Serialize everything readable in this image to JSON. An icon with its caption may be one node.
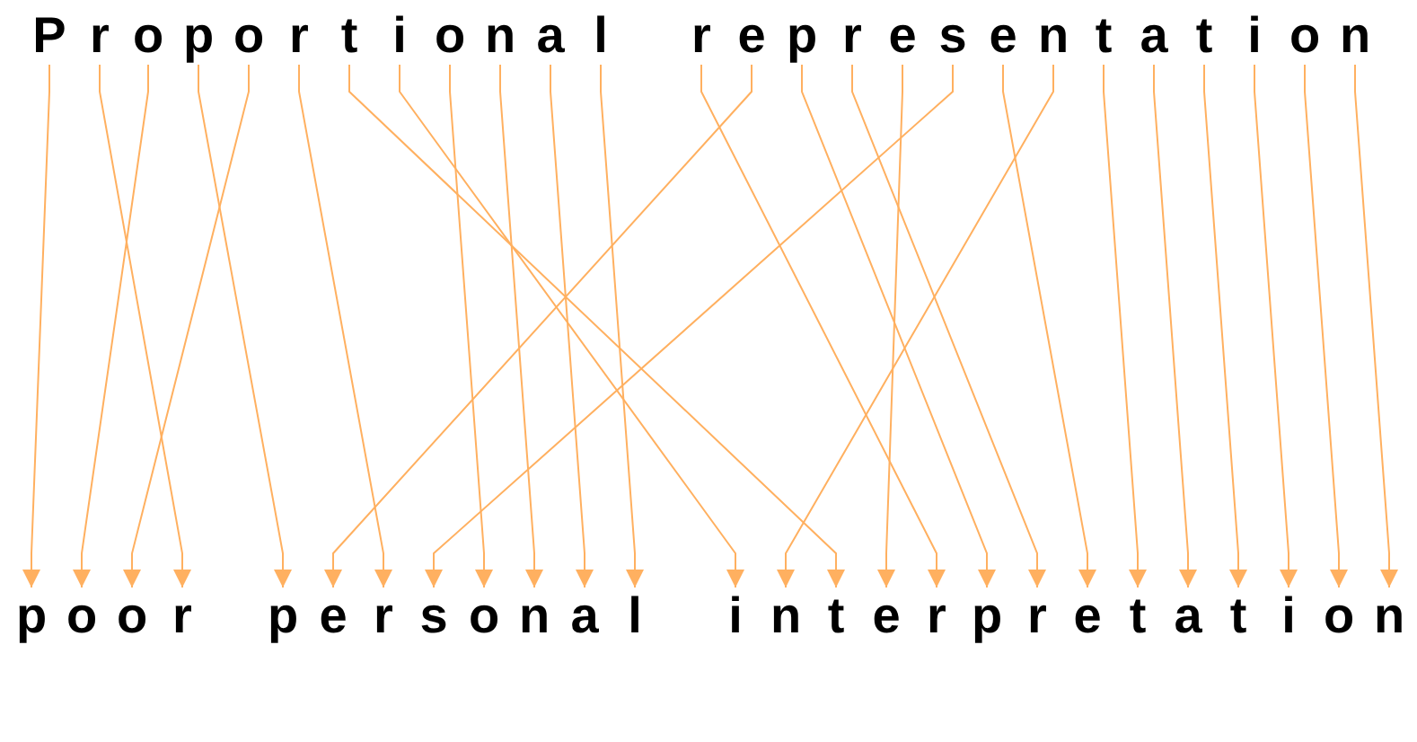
{
  "diagram": {
    "nodes": [
      {
        "text": [
          "P"
        ]
      },
      {
        "text": [
          "r"
        ]
      },
      {
        "text": [
          "o"
        ]
      },
      {
        "text": [
          "p"
        ]
      },
      {
        "text": [
          "o"
        ]
      },
      {
        "text": [
          "r"
        ]
      },
      {
        "text": [
          "t"
        ]
      },
      {
        "text": [
          "i"
        ]
      },
      {
        "text": [
          "o"
        ]
      },
      {
        "text": [
          "n"
        ]
      },
      {
        "text": [
          "a"
        ]
      },
      {
        "text": [
          "l"
        ]
      },
      {
        "text": [
          "r"
        ]
      },
      {
        "text": [
          "e"
        ]
      },
      {
        "text": [
          "p"
        ]
      },
      {
        "text": [
          "r"
        ]
      },
      {
        "text": [
          "e"
        ]
      },
      {
        "text": [
          "s"
        ]
      },
      {
        "text": [
          "e"
        ]
      },
      {
        "text": [
          "n"
        ]
      },
      {
        "text": [
          "t"
        ]
      },
      {
        "text": [
          "a"
        ]
      },
      {
        "text": [
          "t"
        ]
      },
      {
        "text": [
          "i"
        ]
      },
      {
        "text": [
          "o"
        ]
      },
      {
        "text": [
          "n"
        ]
      },
      {
        "text": [
          "p"
        ]
      },
      {
        "text": [
          "o"
        ]
      },
      {
        "text": [
          "o"
        ]
      },
      {
        "text": [
          "r"
        ]
      },
      {
        "text": [
          "p"
        ]
      },
      {
        "text": [
          "e"
        ]
      },
      {
        "text": [
          "r"
        ]
      },
      {
        "text": [
          "s"
        ]
      },
      {
        "text": [
          "o"
        ]
      },
      {
        "text": [
          "n"
        ]
      },
      {
        "text": [
          "a"
        ]
      },
      {
        "text": [
          "l"
        ]
      },
      {
        "text": [
          "i"
        ]
      },
      {
        "text": [
          "n"
        ]
      },
      {
        "text": [
          "t"
        ]
      },
      {
        "text": [
          "e"
        ]
      },
      {
        "text": [
          "r"
        ]
      },
      {
        "text": [
          "p"
        ]
      },
      {
        "text": [
          "r"
        ]
      },
      {
        "text": [
          "e"
        ]
      },
      {
        "text": [
          "t"
        ]
      },
      {
        "text": [
          "a"
        ]
      },
      {
        "text": [
          "t"
        ]
      },
      {
        "text": [
          "i"
        ]
      },
      {
        "text": [
          "o"
        ]
      },
      {
        "text": [
          "n"
        ]
      }
    ],
    "edges": [
      {
        "from": 0,
        "to": 26,
        "arrow": "to"
      },
      {
        "from": 1,
        "to": 29,
        "arrow": "to"
      },
      {
        "from": 2,
        "to": 27,
        "arrow": "to"
      },
      {
        "from": 3,
        "to": 30,
        "arrow": "to"
      },
      {
        "from": 4,
        "to": 28,
        "arrow": "to"
      },
      {
        "from": 5,
        "to": 32,
        "arrow": "to"
      },
      {
        "from": 6,
        "to": 40,
        "arrow": "to"
      },
      {
        "from": 7,
        "to": 38,
        "arrow": "to"
      },
      {
        "from": 8,
        "to": 34,
        "arrow": "to"
      },
      {
        "from": 9,
        "to": 35,
        "arrow": "to"
      },
      {
        "from": 10,
        "to": 36,
        "arrow": "to"
      },
      {
        "from": 11,
        "to": 37,
        "arrow": "to"
      },
      {
        "from": 12,
        "to": 42,
        "arrow": "to"
      },
      {
        "from": 13,
        "to": 31,
        "arrow": "to"
      },
      {
        "from": 14,
        "to": 43,
        "arrow": "to"
      },
      {
        "from": 15,
        "to": 44,
        "arrow": "to"
      },
      {
        "from": 16,
        "to": 41,
        "arrow": "to"
      },
      {
        "from": 17,
        "to": 33,
        "arrow": "to"
      },
      {
        "from": 18,
        "to": 45,
        "arrow": "to"
      },
      {
        "from": 19,
        "to": 39,
        "arrow": "to"
      },
      {
        "from": 20,
        "to": 46,
        "arrow": "to"
      },
      {
        "from": 21,
        "to": 47,
        "arrow": "to"
      },
      {
        "from": 22,
        "to": 48,
        "arrow": "to"
      },
      {
        "from": 23,
        "to": 49,
        "arrow": "to"
      },
      {
        "from": 24,
        "to": 50,
        "arrow": "to"
      },
      {
        "from": 25,
        "to": 51,
        "arrow": "to"
      }
    ]
  }
}
